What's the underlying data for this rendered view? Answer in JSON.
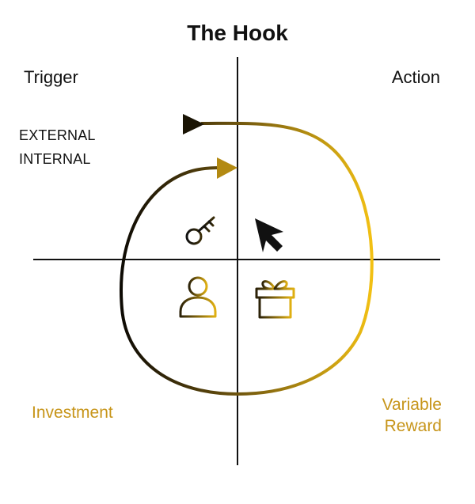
{
  "title": "The Hook",
  "quadrants": {
    "top_left": "Trigger",
    "top_right": "Action",
    "bottom_left": "Investment",
    "bottom_right_line1": "Variable",
    "bottom_right_line2": "Reward"
  },
  "trigger_types": {
    "external": "EXTERNAL",
    "internal": "INTERNAL"
  },
  "icons": {
    "top_left": "key-icon",
    "top_right": "cursor-arrow-icon",
    "bottom_left": "person-icon",
    "bottom_right": "gift-icon"
  },
  "colors": {
    "gold": "#d9a80f",
    "label_gold": "#c7951a",
    "dark": "#111111"
  }
}
